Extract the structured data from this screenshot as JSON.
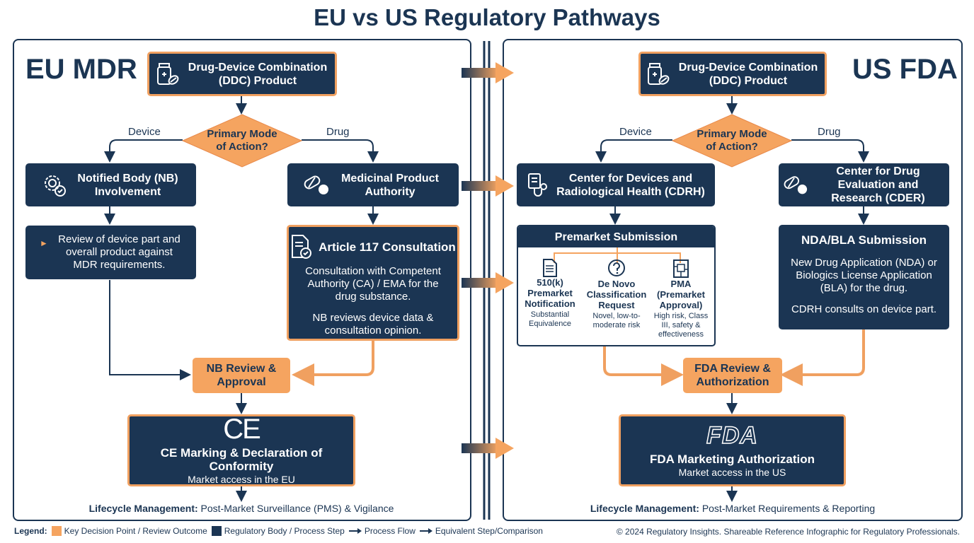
{
  "title": "EU vs US Regulatory Pathways",
  "eu": {
    "heading": "EU MDR",
    "ddc": "Drug-Device Combination (DDC) Product",
    "question": "Primary Mode of Action?",
    "branch_device": "Device",
    "branch_drug": "Drug",
    "nb_involvement": "Notified Body (NB) Involvement",
    "medicinal_authority": "Medicinal Product Authority",
    "device_review": "Review of device part and overall product against MDR requirements.",
    "art117_title": "Article 117 Consultation",
    "art117_text1": "Consultation with Competent Authority (CA) / EMA for the drug substance.",
    "art117_text2": "NB reviews device data & consultation opinion.",
    "nb_review": "NB Review & Approval",
    "ce_logo": "CE",
    "ce_title": "CE Marking & Declaration of Conformity",
    "ce_sub": "Market access in the EU",
    "lifecycle_label": "Lifecycle Management:",
    "lifecycle_text": "Post-Market Surveillance (PMS) & Vigilance"
  },
  "us": {
    "heading": "US FDA",
    "ddc": "Drug-Device Combination (DDC) Product",
    "question": "Primary Mode of Action?",
    "branch_device": "Device",
    "branch_drug": "Drug",
    "cdrh": "Center for Devices and Radiological Health (CDRH)",
    "cder": "Center for Drug Evaluation and Research (CDER)",
    "premarket_title": "Premarket Submission",
    "options": [
      {
        "title": "510(k) Premarket Notification",
        "desc": "Substantial Equivalence"
      },
      {
        "title": "De Novo Classification Request",
        "desc": "Novel, low-to-moderate risk"
      },
      {
        "title": "PMA (Premarket Approval)",
        "desc": "High risk, Class III, safety & effectiveness"
      }
    ],
    "nda_title": "NDA/BLA Submission",
    "nda_text1": "New Drug Application (NDA) or Biologics License Application (BLA) for the drug.",
    "nda_text2": "CDRH consults on device part.",
    "fda_review": "FDA Review & Authorization",
    "fda_logo": "FDA",
    "fda_title": "FDA Marketing Authorization",
    "fda_sub": "Market access in the US",
    "lifecycle_label": "Lifecycle Management:",
    "lifecycle_text": "Post-Market Requirements & Reporting"
  },
  "legend": {
    "label": "Legend:",
    "key_decision": "Key Decision Point / Review Outcome",
    "regulatory_body": "Regulatory Body / Process Step",
    "process_flow": "Process Flow",
    "equivalent": "Equivalent Step/Comparison"
  },
  "footer": "© 2024 Regulatory Insights. Shareable Reference Infographic for Regulatory Professionals.",
  "colors": {
    "navy": "#1b3553",
    "orange": "#f5a460",
    "orange_dark": "#e8894a",
    "white": "#ffffff"
  }
}
